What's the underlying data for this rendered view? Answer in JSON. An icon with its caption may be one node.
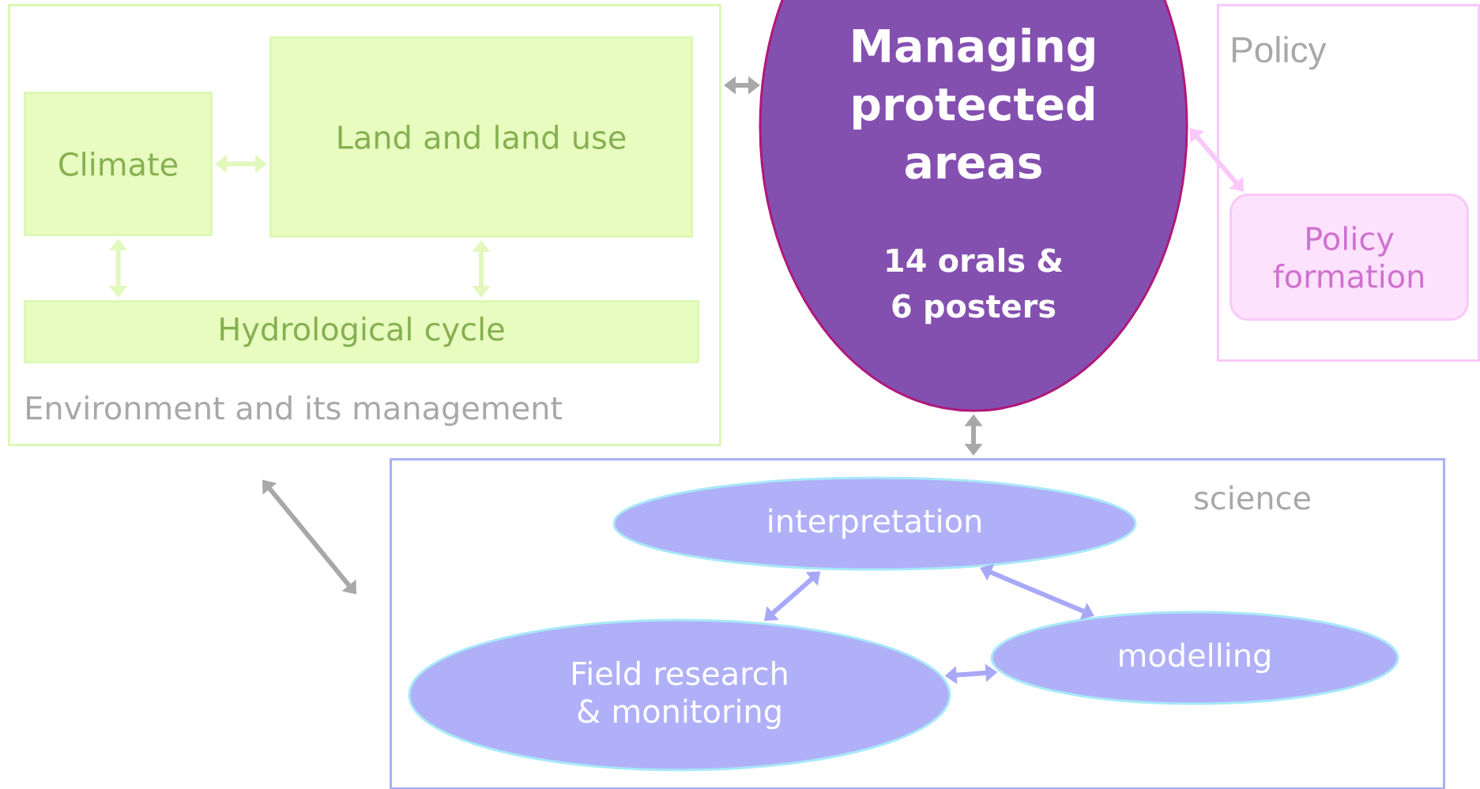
{
  "diagram": {
    "nodes": [
      {
        "text": [
          "Environment and its management"
        ]
      },
      {
        "text": [
          "Climate"
        ],
        "in": 0
      },
      {
        "text": [
          "Land and land use"
        ],
        "in": 0
      },
      {
        "text": [
          "Hydrological cycle"
        ],
        "in": 0
      },
      {
        "text": [
          "Policy"
        ]
      },
      {
        "text": [
          "Policy formation"
        ],
        "in": 4
      },
      {
        "text": [
          "Managing protected areas",
          "14 orals & 6 posters"
        ]
      },
      {
        "text": [
          "science"
        ]
      },
      {
        "text": [
          "interpretation"
        ],
        "in": 7
      },
      {
        "text": [
          "Field research & monitoring"
        ],
        "in": 7
      },
      {
        "text": [
          "modelling"
        ],
        "in": 7
      }
    ],
    "edges": [
      {
        "from": 1,
        "to": 2,
        "arrow": "both",
        "color": "#e2f8bc"
      },
      {
        "from": 1,
        "to": 3,
        "arrow": "both",
        "color": "#e2f8bc"
      },
      {
        "from": 2,
        "to": 3,
        "arrow": "both",
        "color": "#e2f8bc"
      },
      {
        "from": 0,
        "to": 6,
        "arrow": "both",
        "color": "#a8a8a8"
      },
      {
        "from": 6,
        "to": 5,
        "arrow": "both",
        "color": "#f8c8f8"
      },
      {
        "from": 6,
        "to": 7,
        "arrow": "both",
        "color": "#a8a8a8"
      },
      {
        "from": 0,
        "to": 7,
        "arrow": "both",
        "color": "#a8a8a8"
      },
      {
        "from": 8,
        "to": 9,
        "arrow": "both",
        "color": "#a8a8f8"
      },
      {
        "from": 8,
        "to": 10,
        "arrow": "both",
        "color": "#a8a8f8"
      },
      {
        "from": 9,
        "to": 10,
        "arrow": "both",
        "color": "#a8a8f8"
      }
    ]
  }
}
